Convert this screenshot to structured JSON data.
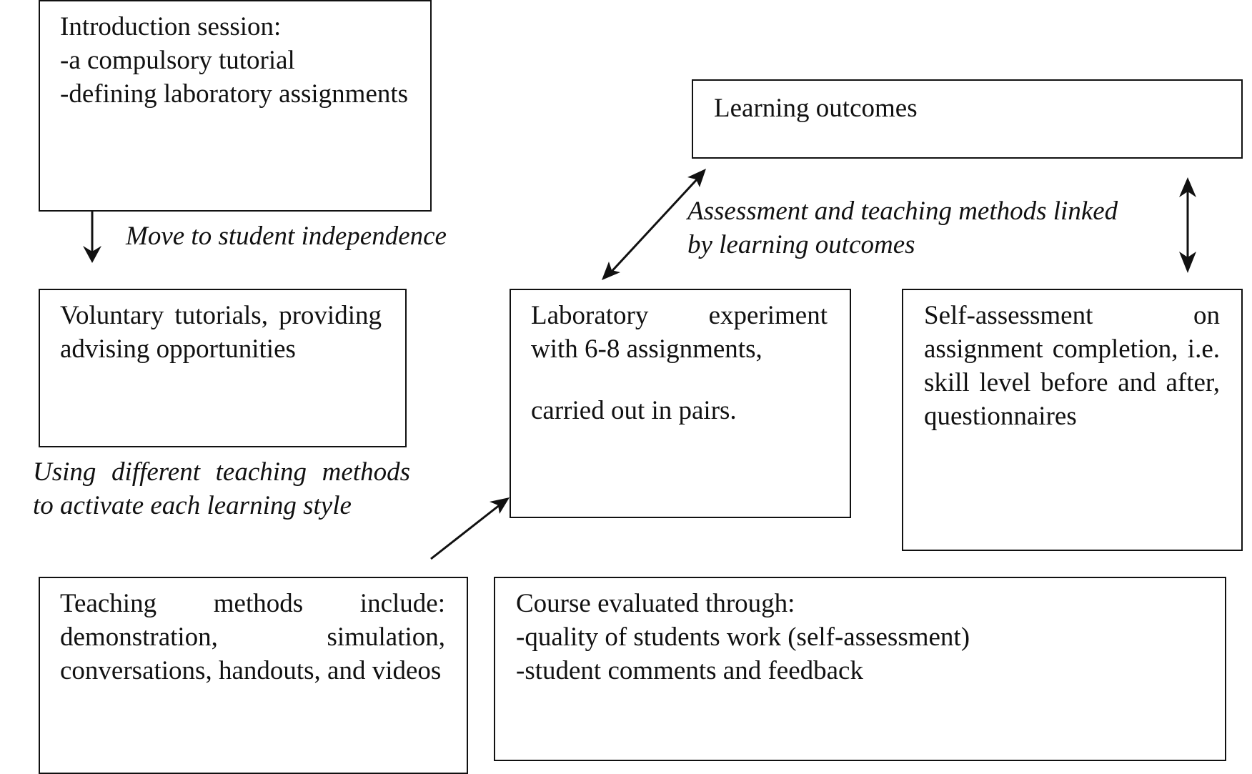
{
  "boxes": {
    "introduction": {
      "heading": "Introduction session:",
      "item1": "-a compulsory tutorial",
      "item2": "-defining laboratory assignments"
    },
    "learning_outcomes": {
      "text": "Learning outcomes"
    },
    "voluntary": {
      "text": "Voluntary tutorials, providing advising opportunities"
    },
    "laboratory": {
      "text1": "Laboratory experiment with 6-8 assignments,",
      "text2": "carried out in pairs."
    },
    "self_assessment": {
      "text": "Self-assessment on assignment completion, i.e. skill level before and after, questionnaires"
    },
    "teaching_methods": {
      "text": "Teaching methods include: demonstration, simulation, conversations, handouts, and videos"
    },
    "course_evaluation": {
      "heading": "Course evaluated through:",
      "item1": "-quality of students work (self-assessment)",
      "item2": "-student comments and feedback"
    }
  },
  "labels": {
    "independence": "Move to student independence",
    "linked_line1": "Assessment and teaching methods linked",
    "linked_line2": "by learning outcomes",
    "learning_style": "Using different teaching methods to activate each learning style"
  }
}
